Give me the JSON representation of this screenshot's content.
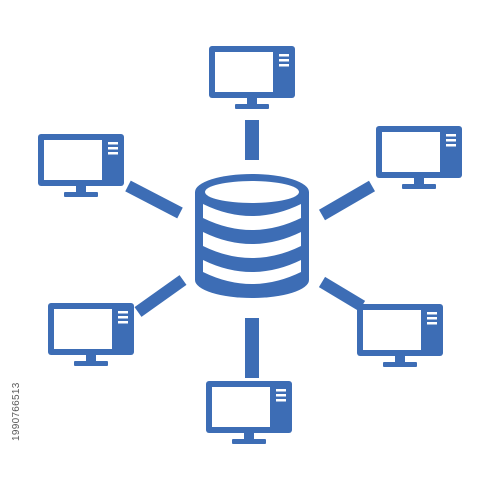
{
  "diagram": {
    "center": {
      "name": "database",
      "icon": "database-icon"
    },
    "nodes": [
      {
        "name": "computer-top",
        "icon": "computer-monitor-icon"
      },
      {
        "name": "computer-upper-right",
        "icon": "computer-monitor-icon"
      },
      {
        "name": "computer-lower-right",
        "icon": "computer-monitor-icon"
      },
      {
        "name": "computer-bottom",
        "icon": "computer-monitor-icon"
      },
      {
        "name": "computer-lower-left",
        "icon": "computer-monitor-icon"
      },
      {
        "name": "computer-upper-left",
        "icon": "computer-monitor-icon"
      }
    ],
    "connectors": 6
  },
  "colors": {
    "icon": "#3d6db5",
    "screen": "#ffffff",
    "background": "#ffffff",
    "stock_text": "#5a5a5a"
  },
  "stock_id": "1990766513"
}
